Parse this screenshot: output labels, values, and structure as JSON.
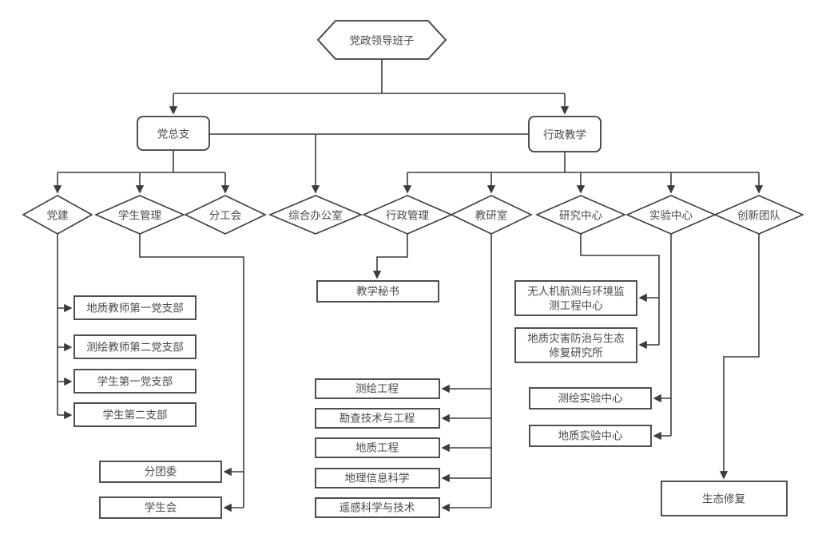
{
  "colors": {
    "line": "#3c3c3c",
    "text": "#4a4a4a",
    "node_fill": "#ffffff",
    "background": "#ffffff"
  },
  "org_chart": {
    "root": {
      "label": "党政领导班子",
      "shape": "hexagon"
    },
    "branches": {
      "party": {
        "label": "党总支"
      },
      "admin": {
        "label": "行政教学"
      }
    },
    "departments": {
      "party_building": {
        "label": "党建"
      },
      "student_management": {
        "label": "学生管理"
      },
      "sub_union": {
        "label": "分工会"
      },
      "general_office": {
        "label": "综合办公室"
      },
      "admin_management": {
        "label": "行政管理"
      },
      "teaching_research_office": {
        "label": "教研室"
      },
      "research_center": {
        "label": "研究中心"
      },
      "experiment_center": {
        "label": "实验中心"
      },
      "innovation_team": {
        "label": "创新团队"
      }
    },
    "units": {
      "party_branch_1": {
        "label": "地质教师第一党支部"
      },
      "party_branch_2": {
        "label": "测绘教师第二党支部"
      },
      "party_branch_3": {
        "label": "学生第一党支部"
      },
      "party_branch_4": {
        "label": "学生第二支部"
      },
      "youth_league": {
        "label": "分团委"
      },
      "student_union": {
        "label": "学生会"
      },
      "teaching_secretary": {
        "label": "教学秘书"
      },
      "program_surveying": {
        "label": "测绘工程"
      },
      "program_exploration": {
        "label": "勘查技术与工程"
      },
      "program_geology": {
        "label": "地质工程"
      },
      "program_gis": {
        "label": "地理信息科学"
      },
      "program_remote_sensing": {
        "label": "遥感科学与技术"
      },
      "uav_center": {
        "line1": "无人机航测与环境监",
        "line2": "测工程中心"
      },
      "geohazard_institute": {
        "line1": "地质灾害防治与生态",
        "line2": "修复研究所"
      },
      "surveying_lab": {
        "label": "测绘实验中心"
      },
      "geology_lab": {
        "label": "地质实验中心"
      },
      "eco_restoration": {
        "label": "生态修复"
      }
    }
  }
}
